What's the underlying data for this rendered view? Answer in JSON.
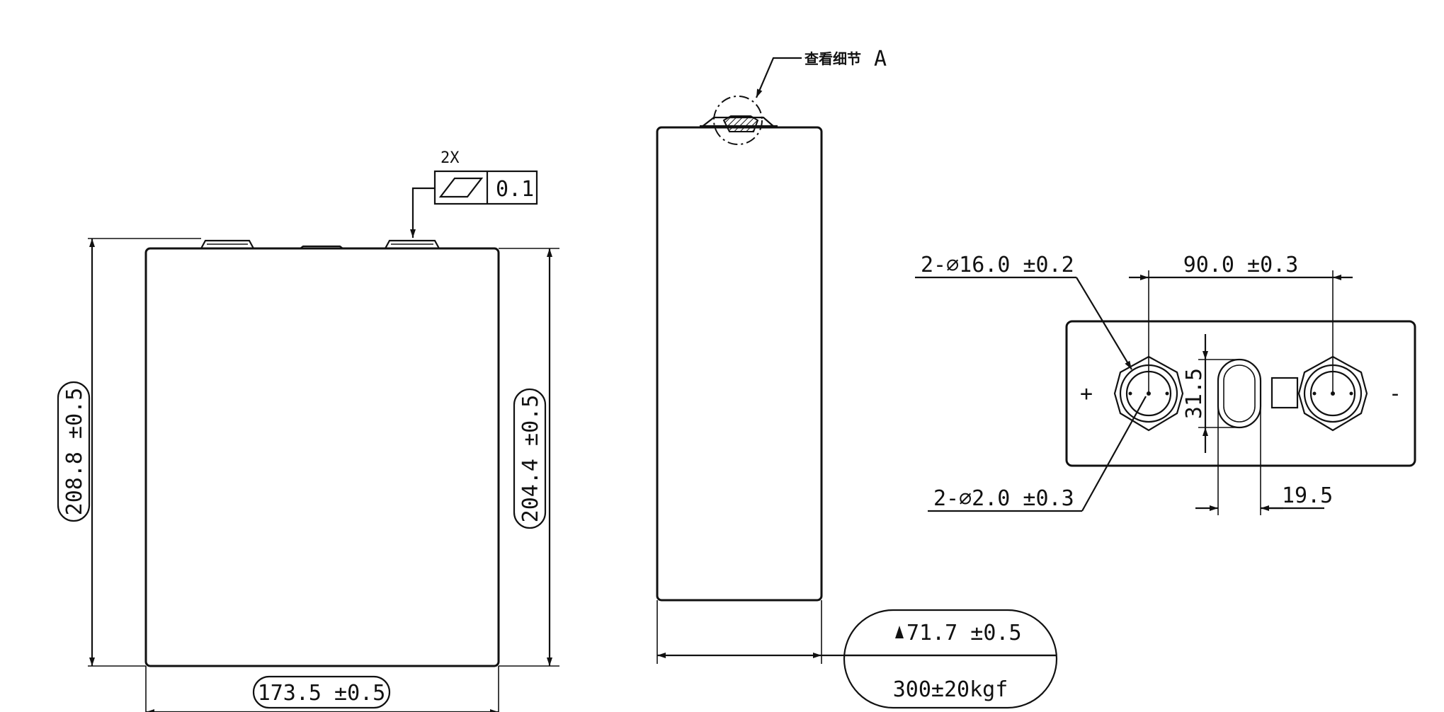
{
  "front_view": {
    "total_height": "208.8 ±0.5",
    "body_height": "204.4 ±0.5",
    "width": "173.5 ±0.5",
    "flatness_count": "2X",
    "flatness_value": "0.1"
  },
  "side_view": {
    "detail_note": "查看细节",
    "detail_label": "A",
    "thickness": "71.7 ±0.5",
    "clamp_force": "300±20kgf"
  },
  "top_view": {
    "terminal_diameter": "2-∅16.0 ±0.2",
    "pin_diameter": "2-∅2.0 ±0.3",
    "terminal_spacing": "90.0 ±0.3",
    "vent_height": "31.5",
    "vent_width": "19.5",
    "positive_mark": "+",
    "negative_mark": "-"
  },
  "colors": {
    "line": "#111111",
    "background": "#ffffff"
  }
}
